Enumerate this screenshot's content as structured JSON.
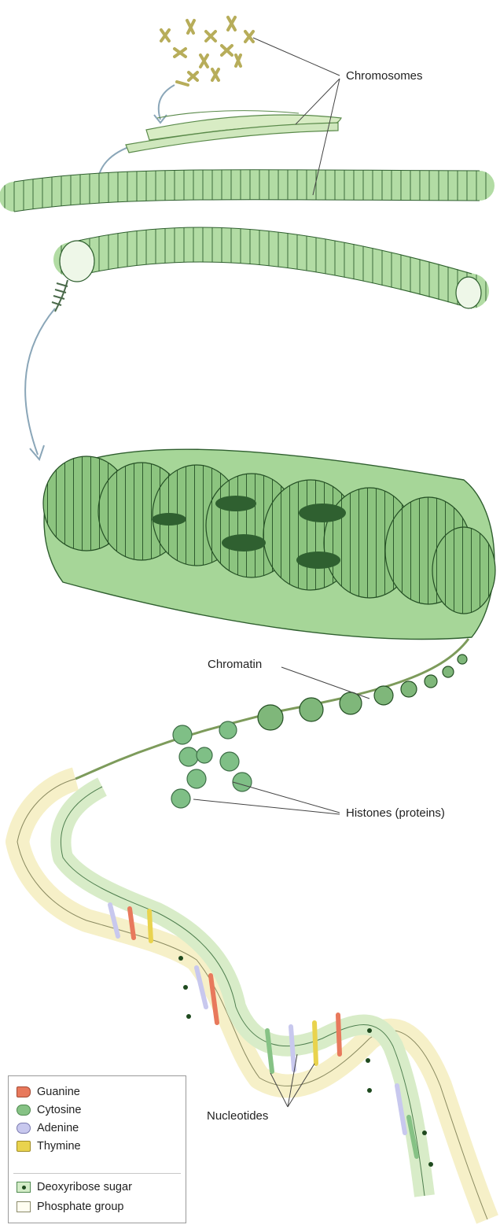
{
  "labels": {
    "chromosomes": "Chromosomes",
    "chromatin": "Chromatin",
    "histones": "Histones (proteins)",
    "nucleotides": "Nucleotides"
  },
  "legend": {
    "items": [
      {
        "label": "Guanine",
        "icon": "guanine-swatch",
        "color": "#e8795c"
      },
      {
        "label": "Cytosine",
        "icon": "cytosine-swatch",
        "color": "#86c285"
      },
      {
        "label": "Adenine",
        "icon": "adenine-swatch",
        "color": "#c8c8ee"
      },
      {
        "label": "Thymine",
        "icon": "thymine-swatch",
        "color": "#e9d34e"
      },
      {
        "label": "Deoxyribose sugar",
        "icon": "deoxyribose-sugar-swatch",
        "color": "#d4ecc8"
      },
      {
        "label": "Phosphate group",
        "icon": "phosphate-group-swatch",
        "color": "#fffdf1"
      }
    ]
  },
  "colors": {
    "chromatin_green": "#a9d89a",
    "chromatin_dark": "#2f5f2f",
    "histone_green": "#7fbf86",
    "backbone_cream": "#f6f0c8",
    "chromosome_olive": "#b7ad5a"
  }
}
